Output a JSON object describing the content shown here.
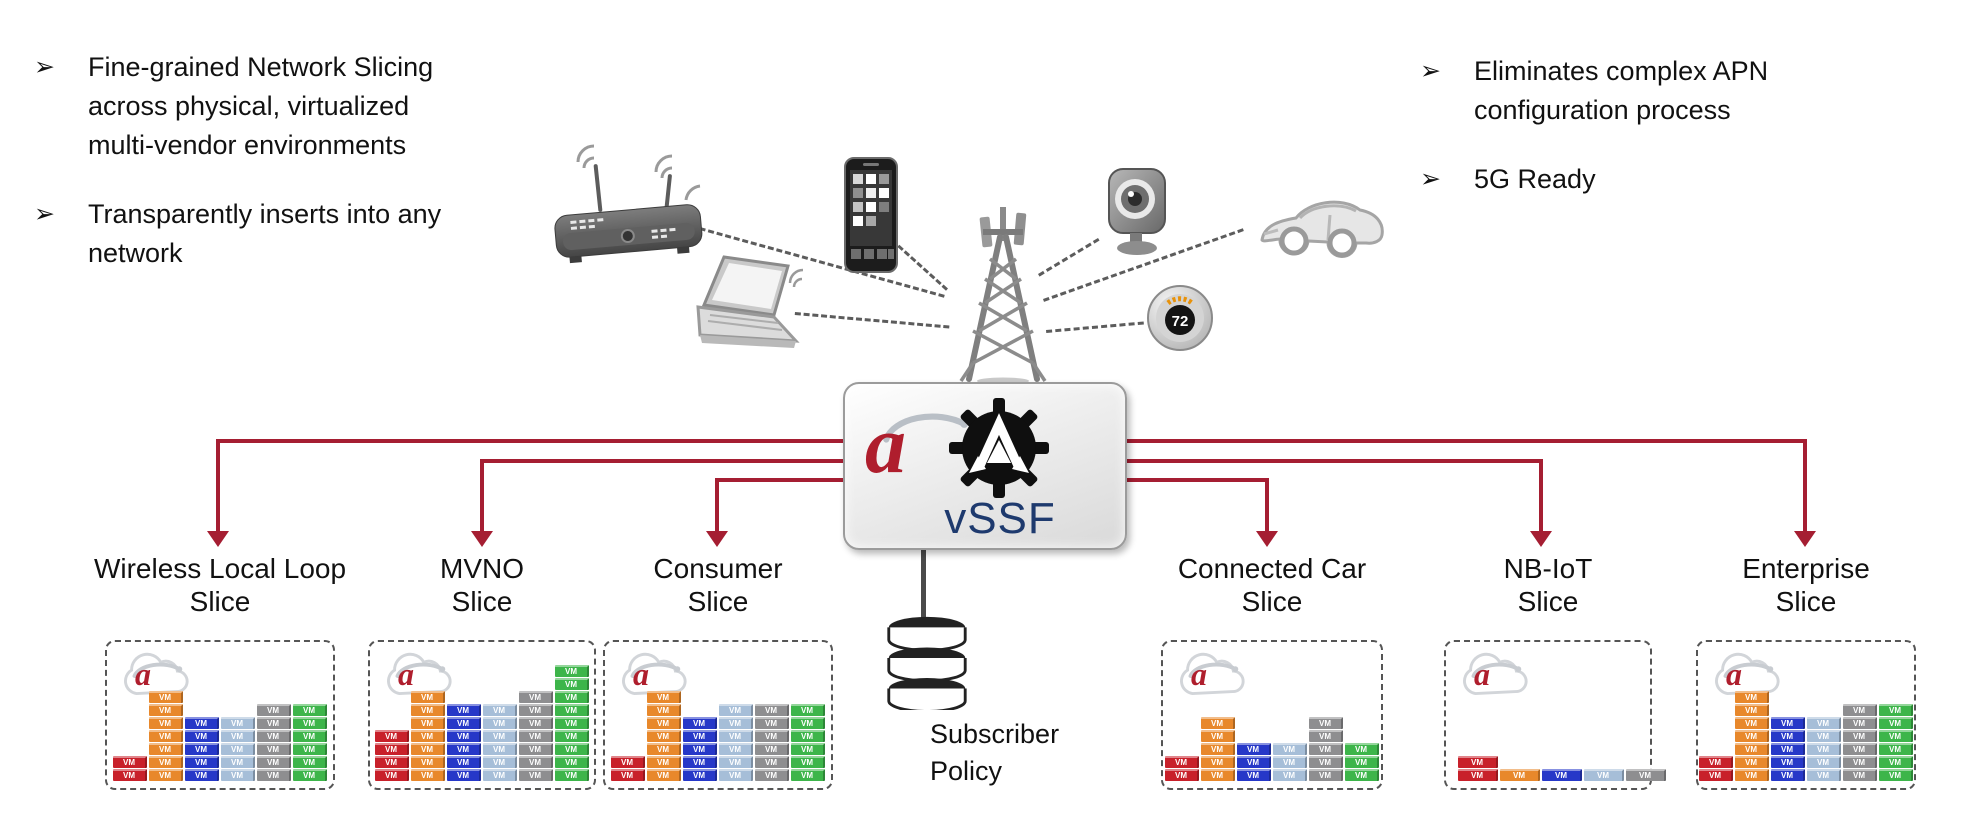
{
  "logo_letter": "a",
  "bullet_marker": "➢",
  "bullets_left": [
    "Fine-grained Network Slicing across physical, virtualized multi-vendor environments",
    "Transparently inserts into any network"
  ],
  "bullets_right": [
    "Eliminates complex APN configuration process",
    "5G Ready"
  ],
  "vssf_box": {
    "label": "vSSF"
  },
  "subscriber_policy_label": "Subscriber Policy",
  "vm_block_label": "VM",
  "devices": {
    "items": [
      "wireless-router",
      "laptop",
      "smartphone",
      "cell-tower",
      "security-camera",
      "smart-thermostat",
      "connected-car"
    ],
    "thermostat_value": "72"
  },
  "colors": {
    "arrow_red": "#A51E32",
    "logo_red": "#AF1E2D",
    "vssf_label_blue": "#1E3A6E",
    "vm": {
      "red": "#C8202A",
      "orange": "#E8882B",
      "blue": "#2638C8",
      "steel": "#A6BED8",
      "gray": "#8E8E90",
      "green": "#3DB54A"
    }
  },
  "slices": [
    {
      "id": "wll",
      "title": "Wireless Local Loop Slice",
      "vm_stacks": [
        {
          "color": "red",
          "count": 2
        },
        {
          "color": "orange",
          "count": 7
        },
        {
          "color": "blue",
          "count": 5
        },
        {
          "color": "steel",
          "count": 5
        },
        {
          "color": "gray",
          "count": 6
        },
        {
          "color": "green",
          "count": 6
        }
      ]
    },
    {
      "id": "mvno",
      "title": "MVNO Slice",
      "vm_stacks": [
        {
          "color": "red",
          "count": 4
        },
        {
          "color": "orange",
          "count": 7
        },
        {
          "color": "blue",
          "count": 6
        },
        {
          "color": "steel",
          "count": 6
        },
        {
          "color": "gray",
          "count": 7
        },
        {
          "color": "green",
          "count": 9
        }
      ]
    },
    {
      "id": "consumer",
      "title": "Consumer Slice",
      "vm_stacks": [
        {
          "color": "red",
          "count": 2
        },
        {
          "color": "orange",
          "count": 7
        },
        {
          "color": "blue",
          "count": 5
        },
        {
          "color": "steel",
          "count": 6
        },
        {
          "color": "gray",
          "count": 6
        },
        {
          "color": "green",
          "count": 6
        }
      ]
    },
    {
      "id": "conncar",
      "title": "Connected Car Slice",
      "vm_stacks": [
        {
          "color": "red",
          "count": 2
        },
        {
          "color": "orange",
          "count": 5
        },
        {
          "color": "blue",
          "count": 3
        },
        {
          "color": "steel",
          "count": 3
        },
        {
          "color": "gray",
          "count": 5
        },
        {
          "color": "green",
          "count": 3
        }
      ]
    },
    {
      "id": "nbiot",
      "title": "NB-IoT Slice",
      "vm_stacks": [
        {
          "color": "red",
          "count": 2
        },
        {
          "color": "orange",
          "count": 1
        },
        {
          "color": "blue",
          "count": 1
        },
        {
          "color": "steel",
          "count": 1
        },
        {
          "color": "gray",
          "count": 1
        },
        {
          "color": "green",
          "count": 0
        }
      ]
    },
    {
      "id": "enterprise",
      "title": "Enterprise Slice",
      "vm_stacks": [
        {
          "color": "red",
          "count": 2
        },
        {
          "color": "orange",
          "count": 7
        },
        {
          "color": "blue",
          "count": 5
        },
        {
          "color": "steel",
          "count": 5
        },
        {
          "color": "gray",
          "count": 6
        },
        {
          "color": "green",
          "count": 6
        }
      ]
    }
  ]
}
